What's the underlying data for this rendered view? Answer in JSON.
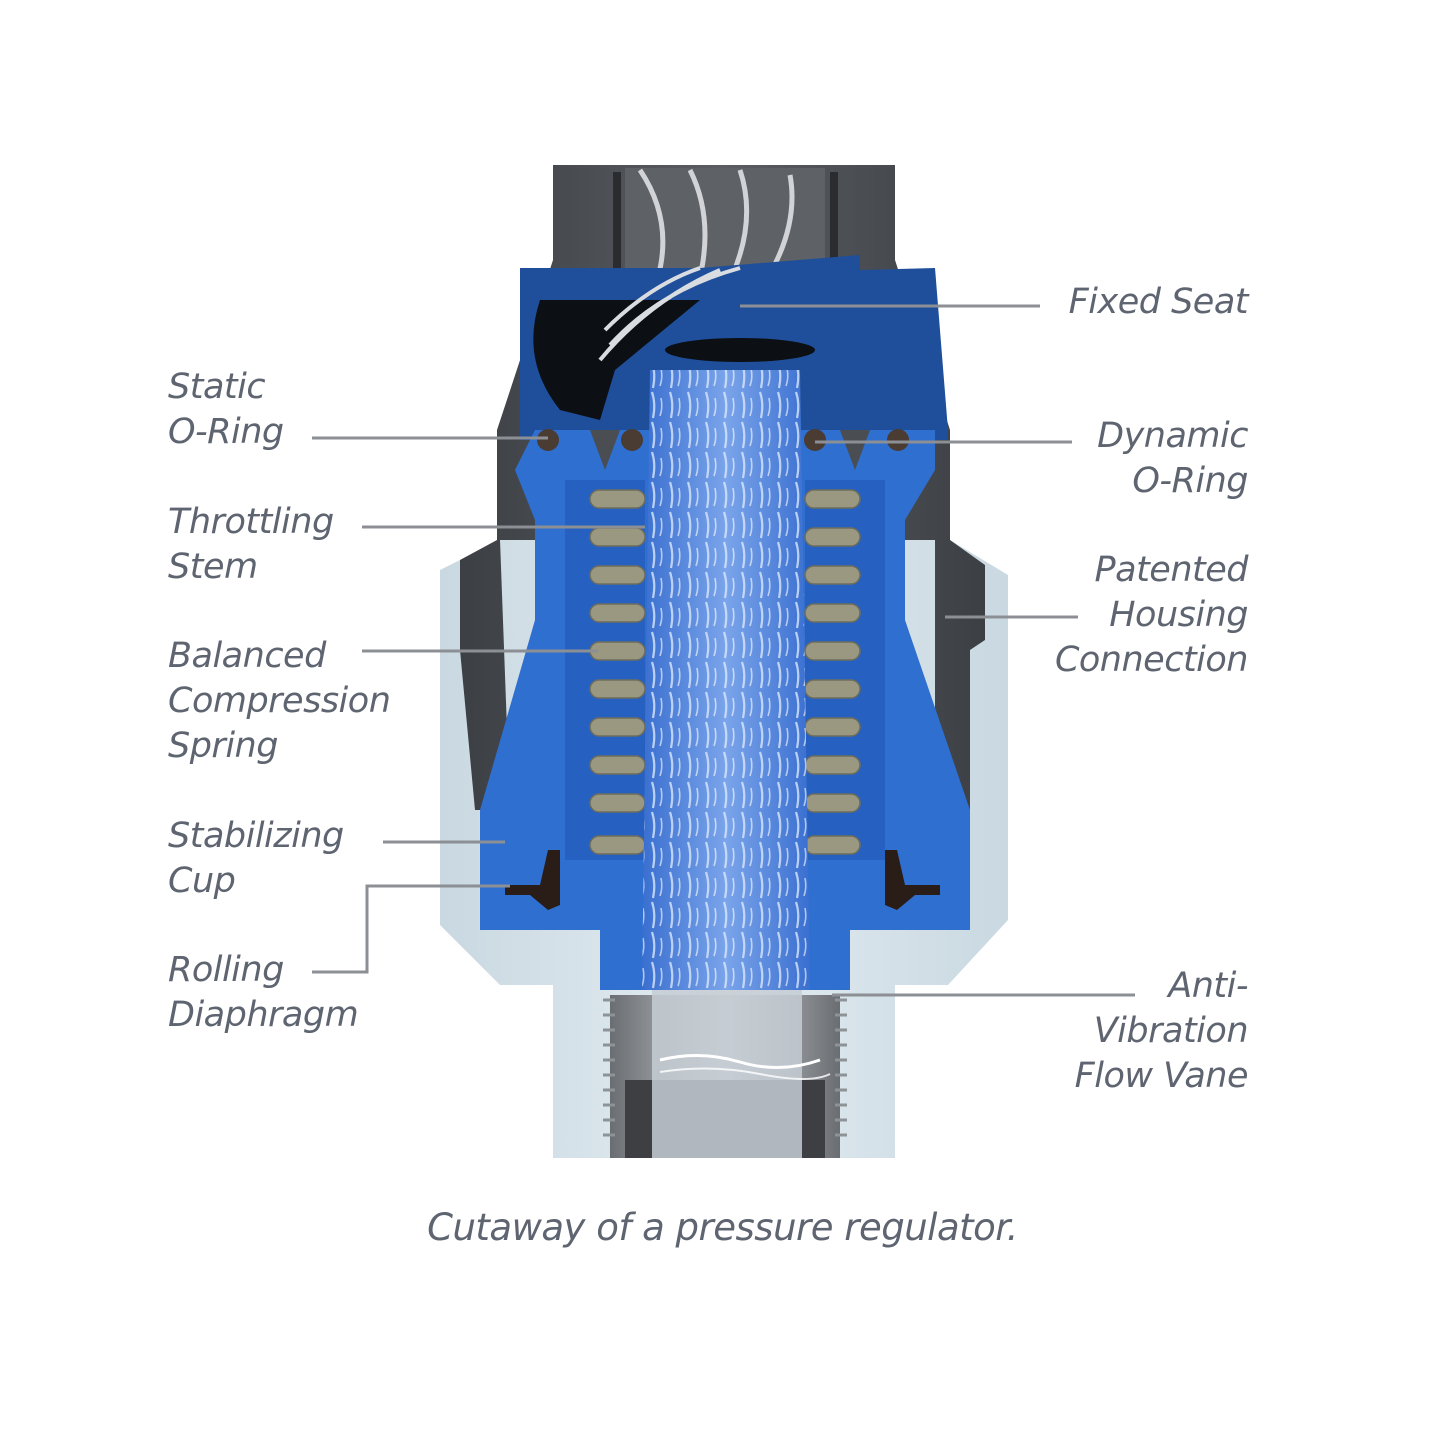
{
  "diagram": {
    "subject": "pressure regulator cutaway",
    "colors": {
      "text": "#5e6470",
      "leader_line": "#8c8f94",
      "dark_housing": "#4a4d52",
      "blue_body": "#2f6fd0",
      "blue_seat": "#1f4f9a",
      "light_housing": "#d7e3ea",
      "spring": "#9a9880",
      "oring": "#4a3c33"
    },
    "labels": {
      "fixed_seat": [
        "Fixed Seat"
      ],
      "static_oring": [
        "Static",
        "O-Ring"
      ],
      "dynamic_oring": [
        "Dynamic",
        "O-Ring"
      ],
      "throttling_stem": [
        "Throttling",
        "Stem"
      ],
      "patented_housing": [
        "Patented",
        "Housing",
        "Connection"
      ],
      "balanced_spring": [
        "Balanced",
        "Compression",
        "Spring"
      ],
      "stabilizing_cup": [
        "Stabilizing",
        "Cup"
      ],
      "rolling_diaphragm": [
        "Rolling",
        "Diaphragm"
      ],
      "anti_vibration": [
        "Anti-",
        "Vibration",
        "Flow Vane"
      ]
    },
    "caption": "Cutaway of a pressure regulator."
  }
}
